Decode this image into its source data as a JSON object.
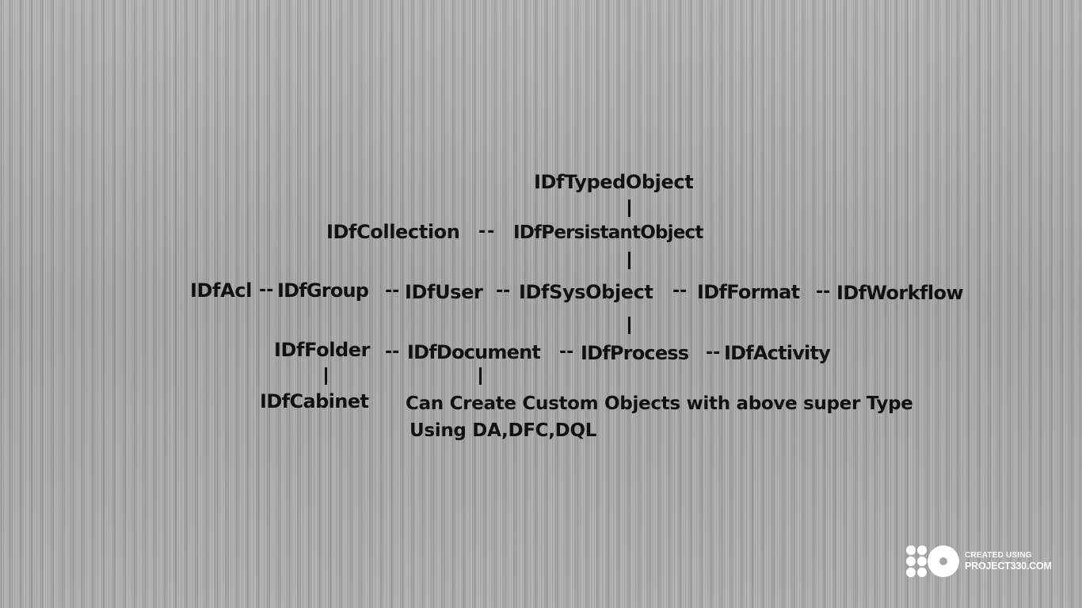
{
  "diagram": {
    "nodes": {
      "typed_object": "IDfTypedObject",
      "persistant_object": "IDfPersistantObject",
      "collection": "IDfCollection",
      "acl": "IDfAcl",
      "group": "IDfGroup",
      "user": "IDfUser",
      "sys_object": "IDfSysObject",
      "format": "IDfFormat",
      "workflow": "IDfWorkflow",
      "folder": "IDfFolder",
      "document": "IDfDocument",
      "process": "IDfProcess",
      "activity": "IDfActivity",
      "cabinet": "IDfCabinet"
    },
    "connectors": {
      "collection_persistant": "--",
      "acl_group": "--",
      "group_user": "--",
      "user_sys": "--",
      "sys_format": "--",
      "format_workflow": "--",
      "folder_document": "--",
      "document_process": "--",
      "process_activity": "--"
    },
    "vertical_bar": "|",
    "note_line1": "Can Create Custom Objects with above super Type",
    "note_line2": "Using DA,DFC,DQL"
  },
  "watermark": {
    "line1": "CREATED USING",
    "line2": "PROJECT330.COM"
  },
  "colors": {
    "text": "#111111",
    "background": "#a6a6a6",
    "logo": "#ffffff"
  }
}
